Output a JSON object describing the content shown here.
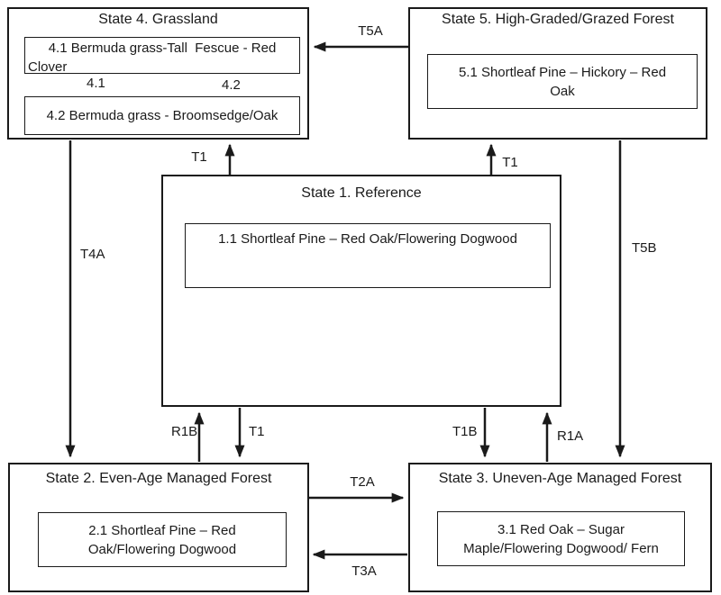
{
  "states": {
    "state4": {
      "title": "State 4. Grassland",
      "communities": [
        {
          "lines": [
            "4.1 Bermuda grass-Tall  Fescue - Red",
            "Clover"
          ]
        },
        {
          "lines": [
            "4.2 Bermuda grass - Broomsedge/Oak"
          ]
        }
      ]
    },
    "state5": {
      "title": "State 5. High-Graded/Grazed Forest",
      "communities": [
        {
          "lines": [
            "5.1 Shortleaf Pine – Hickory – Red",
            "Oak"
          ]
        }
      ]
    },
    "state1": {
      "title": "State 1. Reference",
      "communities": [
        {
          "lines": [
            "1.1 Shortleaf Pine – Red Oak/Flowering Dogwood"
          ]
        }
      ]
    },
    "state2": {
      "title": "State 2. Even-Age Managed Forest",
      "communities": [
        {
          "lines": [
            "2.1 Shortleaf Pine – Red",
            "Oak/Flowering Dogwood"
          ]
        }
      ]
    },
    "state3": {
      "title": "State 3. Uneven-Age Managed Forest",
      "communities": [
        {
          "lines": [
            "3.1 Red Oak – Sugar",
            "Maple/Flowering Dogwood/ Fern"
          ]
        }
      ]
    }
  },
  "transitions": {
    "t5a": {
      "label": "T5A"
    },
    "t1_to_state4": {
      "label": "T1"
    },
    "t1_to_state5": {
      "label": "T1"
    },
    "t4a": {
      "label": "T4A"
    },
    "t5b": {
      "label": "T5B"
    },
    "r1b": {
      "label": "R1B"
    },
    "t1_to_state2": {
      "label": "T1"
    },
    "t1b": {
      "label": "T1B"
    },
    "r1a": {
      "label": "R1A"
    },
    "t2a": {
      "label": "T2A"
    },
    "t3a": {
      "label": "T3A"
    }
  },
  "community_pathways": {
    "p4_1": {
      "label": "4.1"
    },
    "p4_2": {
      "label": "4.2"
    }
  },
  "colors": {
    "line": "#1a1a1a",
    "background": "#ffffff",
    "text": "#1a1a1a"
  }
}
